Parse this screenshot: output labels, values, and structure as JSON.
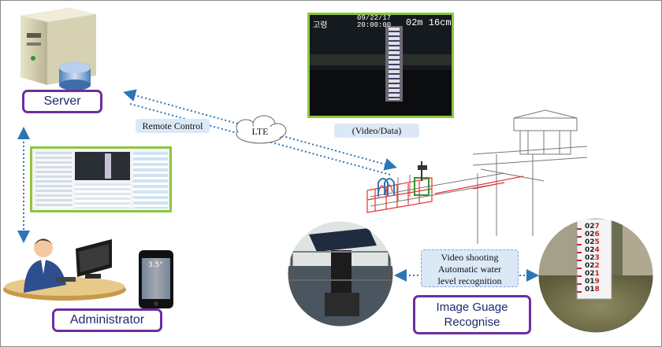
{
  "labels": {
    "server": "Server",
    "administrator": "Administrator",
    "image_gauge": "Image Guage\nRecognise"
  },
  "tags": {
    "remote_control": "Remote Control",
    "lte": "LTE",
    "video_data": "(Video/Data)",
    "video_shooting": "Video shooting\nAutomatic water\nlevel recognition"
  },
  "camera_feed": {
    "station": "고령",
    "date": "09/22/17",
    "time": "20:00:00",
    "level": "02m 16cm"
  },
  "phone": {
    "screen_size": "3.5\""
  },
  "gauge_marks": [
    "02",
    "02",
    "02",
    "02",
    "02",
    "02",
    "02",
    "01",
    "01"
  ],
  "gauge_subs": [
    "7",
    "6",
    "5",
    "4",
    "3",
    "2",
    "1",
    "9",
    "8"
  ],
  "colors": {
    "label_border": "#6b2fa0",
    "label_text": "#1d2a6b",
    "frame_green": "#8dc63f",
    "arrow_blue": "#2e75b6",
    "tag_fill": "#dbe8f6"
  }
}
